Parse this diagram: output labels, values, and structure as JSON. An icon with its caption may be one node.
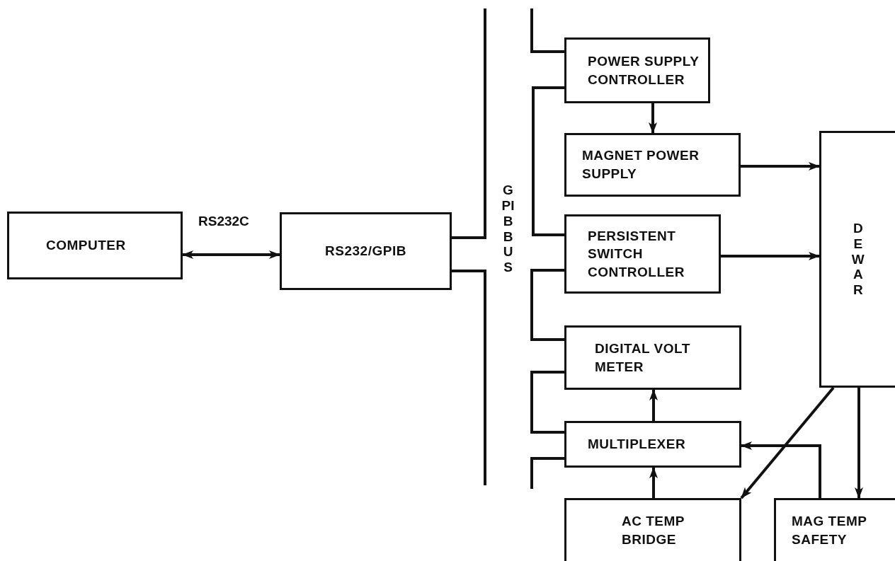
{
  "diagram": {
    "nodes": [
      {
        "text": [
          "COMPUTER"
        ]
      },
      {
        "text": [
          "RS232/GPIB"
        ]
      },
      {
        "text": [
          "POWER SUPPLY CONTROLLER"
        ]
      },
      {
        "text": [
          "MAGNET POWER SUPPLY"
        ]
      },
      {
        "text": [
          "PERSISTENT SWITCH CONTROLLER"
        ]
      },
      {
        "text": [
          "DIGITAL VOLT METER"
        ]
      },
      {
        "text": [
          "MULTIPLEXER"
        ]
      },
      {
        "text": [
          "DEWAR"
        ]
      },
      {
        "text": [
          "AC TEMP BRIDGE"
        ]
      },
      {
        "text": [
          "MAG TEMP SAFETY"
        ]
      }
    ],
    "edges": [
      {
        "from": 0,
        "to": 1,
        "arrow": "both",
        "label": "RS232C"
      },
      {
        "from": null,
        "to": 1,
        "arrow": "none"
      },
      {
        "from": 1,
        "to": null,
        "arrow": "none"
      },
      {
        "from": null,
        "to": 2,
        "arrow": "none"
      },
      {
        "from": 2,
        "to": 4,
        "arrow": "none"
      },
      {
        "from": 4,
        "to": 5,
        "arrow": "none"
      },
      {
        "from": 5,
        "to": 6,
        "arrow": "none"
      },
      {
        "from": 6,
        "to": null,
        "arrow": "none"
      },
      {
        "from": 2,
        "to": 3,
        "arrow": "to"
      },
      {
        "from": 3,
        "to": 7,
        "arrow": "to"
      },
      {
        "from": 4,
        "to": 7,
        "arrow": "to"
      },
      {
        "from": 6,
        "to": 5,
        "arrow": "to"
      },
      {
        "from": 8,
        "to": 6,
        "arrow": "to"
      },
      {
        "from": 7,
        "to": 8,
        "arrow": "to"
      },
      {
        "from": 7,
        "to": 9,
        "arrow": "to"
      },
      {
        "from": 9,
        "to": 6,
        "arrow": "to"
      }
    ],
    "labels": [
      "GPIB BUS"
    ]
  }
}
